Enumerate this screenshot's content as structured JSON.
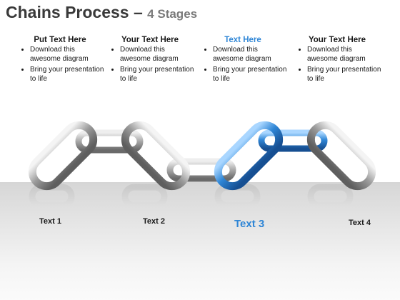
{
  "title": {
    "main": "Chains Process",
    "dash": "–",
    "sub": "4 Stages"
  },
  "columns": [
    {
      "heading": "Put Text Here",
      "heading_color": "#1a1a1a",
      "bullets": [
        "Download this awesome diagram",
        "Bring your presentation to life"
      ]
    },
    {
      "heading": "Your Text Here",
      "heading_color": "#1a1a1a",
      "bullets": [
        "Download this awesome diagram",
        "Bring your presentation to life"
      ]
    },
    {
      "heading": "Text Here",
      "heading_color": "#2f86d6",
      "bullets": [
        "Download this awesome diagram",
        "Bring your presentation to life"
      ]
    },
    {
      "heading": "Your Text Here",
      "heading_color": "#1a1a1a",
      "bullets": [
        "Download this awesome diagram",
        "Bring your presentation to life"
      ]
    }
  ],
  "stages": [
    {
      "label": "Text 1",
      "active": false
    },
    {
      "label": "Text 2",
      "active": false
    },
    {
      "label": "Text 3",
      "active": true
    },
    {
      "label": "Text 4",
      "active": false
    }
  ],
  "colors": {
    "chain_gray": "#9a9a9a",
    "chain_blue": "#2f86d6",
    "accent_text": "#2f86d6"
  }
}
